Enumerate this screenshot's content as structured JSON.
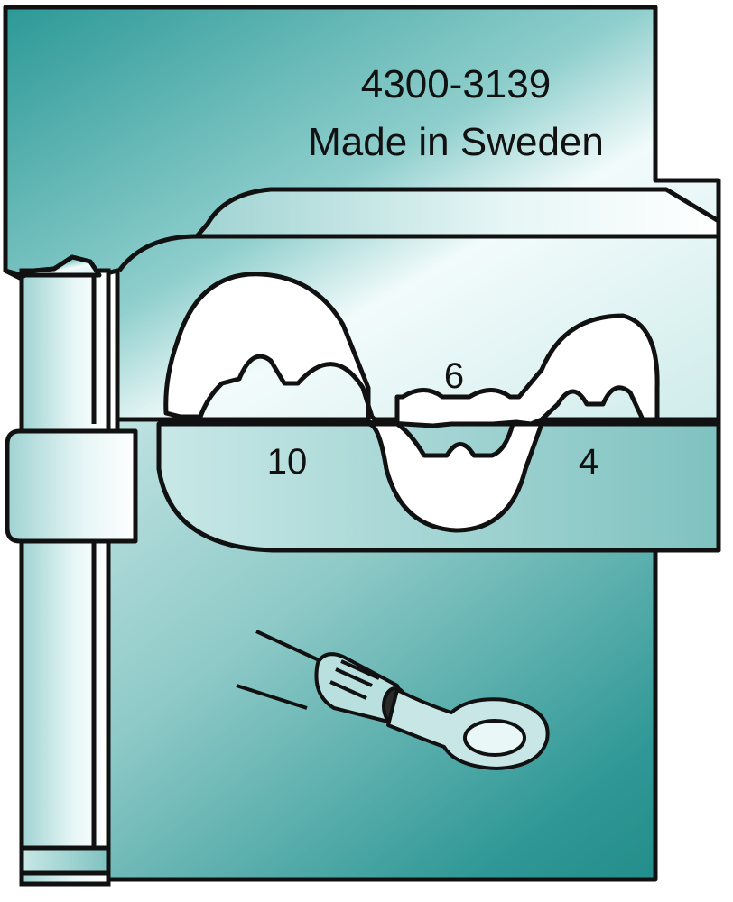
{
  "die": {
    "part_number": "4300-3139",
    "origin": "Made in Sweden",
    "cavities": [
      {
        "label": "10"
      },
      {
        "label": "6"
      },
      {
        "label": "4"
      }
    ],
    "illustration_icon": "ring-terminal-icon"
  },
  "colors": {
    "metal_light": "#eaf6f6",
    "metal_mid": "#8fc9c8",
    "metal_dark": "#1f8f8c",
    "outline": "#111111",
    "cavity_fill": "#ffffff"
  }
}
